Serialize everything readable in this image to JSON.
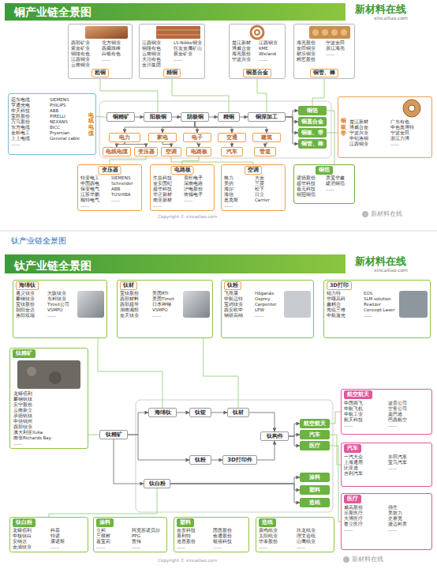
{
  "diagram": {
    "title": "铜产业链全景图",
    "nodes": [
      {
        "text": [
          "粗铜",
          "西部矿业",
          "紫金矿业",
          "铜陵有色",
          "江西铜业",
          "云南铜业",
          "北方铜业",
          "西藏珠峰",
          "白银有色",
          "……"
        ]
      },
      {
        "text": [
          "精铜",
          "江西铜业",
          "铜陵有色",
          "云南铜业",
          "大冶有色",
          "金川集团",
          "LS-Nikko铜业",
          "住友金属矿山",
          "紫金矿业",
          "……"
        ]
      },
      {
        "text": [
          "铜基合金",
          "楚江新材",
          "博威合金",
          "海亮股份",
          "宁波兴业",
          "江西铜业",
          "KME",
          "Wieland",
          "……"
        ]
      },
      {
        "text": [
          "铜管、棒",
          "海亮股份",
          "金田铜业",
          "耐乐铜业",
          "精艺股份",
          "宁波金田",
          "浙江海亮",
          "……"
        ]
      },
      {
        "text": [
          "电线电缆",
          "远东电缆",
          "亨通光电",
          "中天科技",
          "宝胜股份",
          "万马股份",
          "东方电缆",
          "金杯电工",
          "上上电缆",
          "……",
          "SIEMENS",
          "PHILIPS",
          "ABB",
          "PIRELLI",
          "NEXANS",
          "BICC",
          "Prysmian",
          "General cable"
        ]
      },
      {
        "text": [
          "铜精矿"
        ]
      },
      {
        "text": [
          "阳极铜"
        ]
      },
      {
        "text": [
          "阴极铜"
        ]
      },
      {
        "text": [
          "精铜"
        ]
      },
      {
        "text": [
          "铜深加工"
        ]
      },
      {
        "text": [
          "铜箔"
        ]
      },
      {
        "text": [
          "铜基合金"
        ]
      },
      {
        "text": [
          "铜板、带"
        ]
      },
      {
        "text": [
          "铜管、棒"
        ]
      },
      {
        "text": [
          "电力"
        ]
      },
      {
        "text": [
          "家电"
        ]
      },
      {
        "text": [
          "电子"
        ]
      },
      {
        "text": [
          "交通"
        ]
      },
      {
        "text": [
          "建筑"
        ]
      },
      {
        "text": [
          "电线电缆"
        ]
      },
      {
        "text": [
          "变压器"
        ]
      },
      {
        "text": [
          "空调"
        ]
      },
      {
        "text": [
          "电路板"
        ]
      },
      {
        "text": [
          "汽车"
        ]
      },
      {
        "text": [
          "管道"
        ]
      },
      {
        "text": [
          "铜板带",
          "楚江新材",
          "博威合金",
          "宁波兴业",
          "中铝洛铜",
          "江西铜业",
          "广东有色",
          "中色奥博特",
          "宁波金田",
          "浙江力博",
          "……"
        ]
      },
      {
        "text": [
          "变压器",
          "特变电工",
          "中国西电",
          "保变电气",
          "江苏华鹏",
          "顺特电气",
          "……",
          "SIEMENS",
          "Schneider",
          "ABB",
          "TOSHIBA",
          "……"
        ]
      },
      {
        "text": [
          "电路板",
          "生益科技",
          "金安国纪",
          "超华科技",
          "华正新材",
          "南亚新材",
          "……",
          "景旺电子",
          "深南电路",
          "沪电股份",
          "依顿电子",
          "……"
        ]
      },
      {
        "text": [
          "空调",
          "格力",
          "美的",
          "海尔",
          "海信",
          "奥克斯",
          "……",
          "大金",
          "三菱",
          "松下",
          "日立",
          "Carrier"
        ]
      },
      {
        "text": [
          "铜箔",
          "诺德股份",
          "超华科技",
          "嘉元科技",
          "铜冠铜箔",
          "灵宝华鑫",
          "建滔铜箔",
          "……"
        ]
      },
      {
        "text": [
          "海绵钛",
          "遵义钛业",
          "攀钢钛业",
          "宝钛股份",
          "朝阳金达",
          "洛阳双瑞",
          "大阪钛业",
          "东邦钛业",
          "Timet公司",
          "VSMPO",
          "……"
        ]
      },
      {
        "text": [
          "钛材",
          "宝钛股份",
          "西部材料",
          "西部超导",
          "湖南湘投",
          "金天钛业",
          "美国RTI",
          "美国Timet",
          "日本神钢",
          "VSMPO",
          "……"
        ]
      },
      {
        "text": [
          "钛粉",
          "飞而康",
          "中航迈特",
          "宝鸡钛业",
          "西安欧中",
          "钢研高纳",
          "Höganäs",
          "Osprey",
          "Carpenter",
          "LPW",
          "……"
        ]
      },
      {
        "text": [
          "3D打印",
          "铂力特",
          "华曙高科",
          "鑫精合",
          "先临三维",
          "中航激光",
          "EOS",
          "SLM solution",
          "Realizer",
          "Concept Laser",
          "……"
        ]
      },
      {
        "text": [
          "钛精矿",
          "龙蟒佰利",
          "攀钢钒钛",
          "安宁股份",
          "云南新立",
          "承德钒钛",
          "中信锦州",
          "西部钛业",
          "澳大利亚Iluka",
          "南非Richards Bay",
          "……"
        ]
      },
      {
        "text": [
          "钛精矿"
        ]
      },
      {
        "text": [
          "海绵钛"
        ]
      },
      {
        "text": [
          "钛锭"
        ]
      },
      {
        "text": [
          "钛材"
        ]
      },
      {
        "text": [
          "钛粉"
        ]
      },
      {
        "text": [
          "3D打印件"
        ]
      },
      {
        "text": [
          "钛构件"
        ]
      },
      {
        "text": [
          "航空航天"
        ]
      },
      {
        "text": [
          "汽车"
        ]
      },
      {
        "text": [
          "医疗"
        ]
      },
      {
        "text": [
          "钛白粉"
        ]
      },
      {
        "text": [
          "涂料"
        ]
      },
      {
        "text": [
          "塑料"
        ]
      },
      {
        "text": [
          "造纸"
        ]
      },
      {
        "text": [
          "航空航天",
          "中国商飞",
          "中航飞机",
          "中航工业",
          "航天科技",
          "……",
          "波音公司",
          "空客公司",
          "庞巴迪",
          "巴西航空",
          "……"
        ]
      },
      {
        "text": [
          "汽车",
          "一汽大众",
          "上海通用",
          "比亚迪",
          "吉利汽车",
          "丰田汽车",
          "宝马汽车",
          "……"
        ]
      },
      {
        "text": [
          "医疗",
          "威高股份",
          "乐普医疗",
          "大博医疗",
          "春立医疗",
          "……",
          "强生",
          "美敦力",
          "史赛克",
          "捷迈邦美",
          "……"
        ]
      },
      {
        "text": [
          "钛白粉",
          "龙蟒佰利",
          "中核钛白",
          "安纳达",
          "金浦钛业",
          "科慕",
          "特诺",
          "康诺斯",
          "……"
        ]
      },
      {
        "text": [
          "涂料",
          "立邦",
          "三棵树",
          "嘉宝莉",
          "……",
          "阿克苏诺贝尔",
          "PPG",
          "宣伟",
          "……"
        ]
      },
      {
        "text": [
          "塑料",
          "金发科技",
          "普利特",
          "道恩股份",
          "……",
          "国恩股份",
          "会通股份",
          "银禧科技",
          "……"
        ]
      },
      {
        "text": [
          "造纸",
          "晨鸣纸业",
          "太阳纸业",
          "华泰股份",
          "……",
          "玖龙纸业",
          "理文造纸",
          "山鹰纸业",
          "……"
        ]
      }
    ],
    "edges": [
      {
        "from": 5,
        "to": 6,
        "arrow": "to"
      },
      {
        "from": 6,
        "to": 7,
        "arrow": "to"
      },
      {
        "from": 7,
        "to": 8,
        "arrow": "to"
      },
      {
        "from": 8,
        "to": 9,
        "arrow": "to"
      },
      {
        "from": 9,
        "to": 10,
        "arrow": "to"
      },
      {
        "from": 9,
        "to": 11,
        "arrow": "to"
      },
      {
        "from": 9,
        "to": 12,
        "arrow": "to"
      },
      {
        "from": 9,
        "to": 13,
        "arrow": "to"
      },
      {
        "from": 7,
        "to": 14,
        "arrow": "to"
      },
      {
        "from": 7,
        "to": 15,
        "arrow": "to"
      },
      {
        "from": 7,
        "to": 16,
        "arrow": "to"
      },
      {
        "from": 7,
        "to": 17,
        "arrow": "to"
      },
      {
        "from": 7,
        "to": 18,
        "arrow": "to"
      },
      {
        "from": 14,
        "to": 19,
        "arrow": "to"
      },
      {
        "from": 14,
        "to": 20,
        "arrow": "to"
      },
      {
        "from": 15,
        "to": 21,
        "arrow": "to"
      },
      {
        "from": 16,
        "to": 22,
        "arrow": "to"
      },
      {
        "from": 17,
        "to": 23,
        "arrow": "to"
      },
      {
        "from": 18,
        "to": 24,
        "arrow": "to"
      },
      {
        "from": 0,
        "to": 6,
        "arrow": "none"
      },
      {
        "from": 1,
        "to": 8,
        "arrow": "none"
      },
      {
        "from": 2,
        "to": 9,
        "arrow": "none"
      },
      {
        "from": 3,
        "to": 10,
        "arrow": "none"
      },
      {
        "from": 4,
        "to": 5,
        "arrow": "none"
      },
      {
        "from": 12,
        "to": 25,
        "arrow": "none"
      },
      {
        "from": 26,
        "to": 20,
        "arrow": "none"
      },
      {
        "from": 27,
        "to": 22,
        "arrow": "none"
      },
      {
        "from": 28,
        "to": 21,
        "arrow": "none"
      },
      {
        "from": 29,
        "to": 10,
        "arrow": "none"
      },
      {
        "from": 35,
        "to": 36,
        "arrow": "to"
      },
      {
        "from": 36,
        "to": 37,
        "arrow": "to"
      },
      {
        "from": 37,
        "to": 38,
        "arrow": "to"
      },
      {
        "from": 38,
        "to": 41,
        "arrow": "to"
      },
      {
        "from": 35,
        "to": 39,
        "arrow": "to"
      },
      {
        "from": 39,
        "to": 40,
        "arrow": "to"
      },
      {
        "from": 40,
        "to": 41,
        "arrow": "to"
      },
      {
        "from": 41,
        "to": 42,
        "arrow": "to"
      },
      {
        "from": 41,
        "to": 43,
        "arrow": "to"
      },
      {
        "from": 41,
        "to": 44,
        "arrow": "to"
      },
      {
        "from": 35,
        "to": 45,
        "arrow": "to"
      },
      {
        "from": 45,
        "to": 46,
        "arrow": "to"
      },
      {
        "from": 45,
        "to": 47,
        "arrow": "to"
      },
      {
        "from": 45,
        "to": 48,
        "arrow": "to"
      },
      {
        "from": 30,
        "to": 36,
        "arrow": "none"
      },
      {
        "from": 31,
        "to": 38,
        "arrow": "none"
      },
      {
        "from": 34,
        "to": 35,
        "arrow": "none"
      },
      {
        "from": 42,
        "to": 49,
        "arrow": "none"
      },
      {
        "from": 43,
        "to": 50,
        "arrow": "none"
      },
      {
        "from": 44,
        "to": 51,
        "arrow": "none"
      },
      {
        "from": 45,
        "to": 52,
        "arrow": "none"
      }
    ],
    "labels": [
      "新材料在线",
      "xincailiao.com",
      "新材料在线",
      "Copyright © xincailiao.com",
      "钛产业链全景图",
      "钛产业链全景图",
      "新材料在线",
      "xincailiao.com",
      "新材料在线",
      "Copyright © xincailiao.com"
    ]
  }
}
